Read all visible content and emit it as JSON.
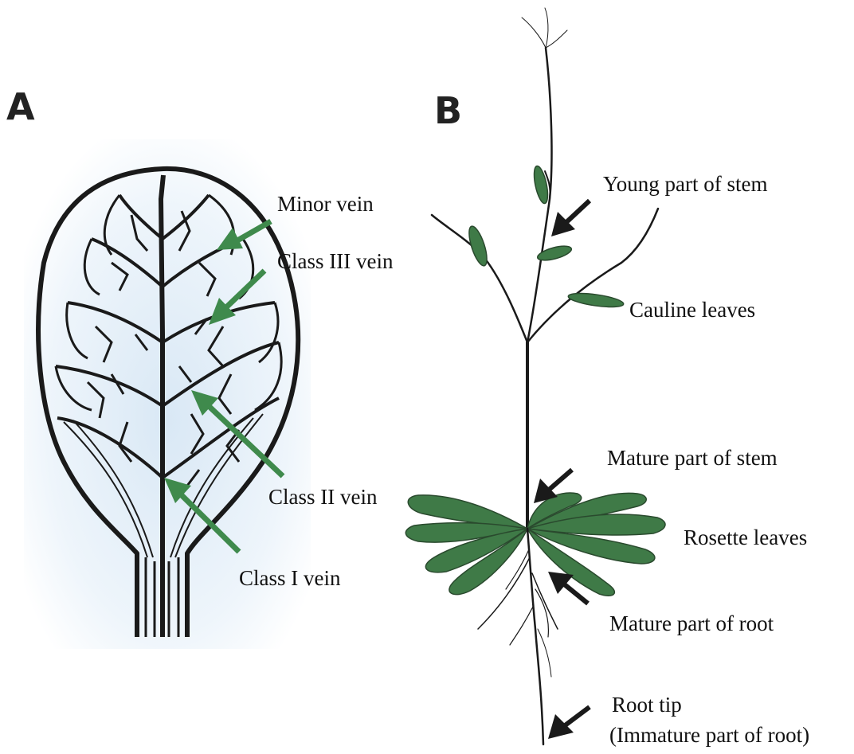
{
  "panels": {
    "a": {
      "letter": "A"
    },
    "b": {
      "letter": "B"
    }
  },
  "leaf_labels": {
    "minor_vein": "Minor vein",
    "class3_vein": "Class III vein",
    "class2_vein": "Class II vein",
    "class1_vein": "Class I vein"
  },
  "plant_labels": {
    "young_stem": "Young part of stem",
    "cauline_leaves": "Cauline leaves",
    "mature_stem": "Mature part of stem",
    "rosette_leaves": "Rosette leaves",
    "mature_root": "Mature part of root",
    "root_tip_line1": "Root tip",
    "root_tip_line2": "(Immature part of root)"
  },
  "colors": {
    "leaf_green": "#3f7a47",
    "arrow_green": "#3f8a4c",
    "arrow_black": "#1a1a1a",
    "outline": "#1a1a1a",
    "leaf_background": "#e9f2f9"
  }
}
